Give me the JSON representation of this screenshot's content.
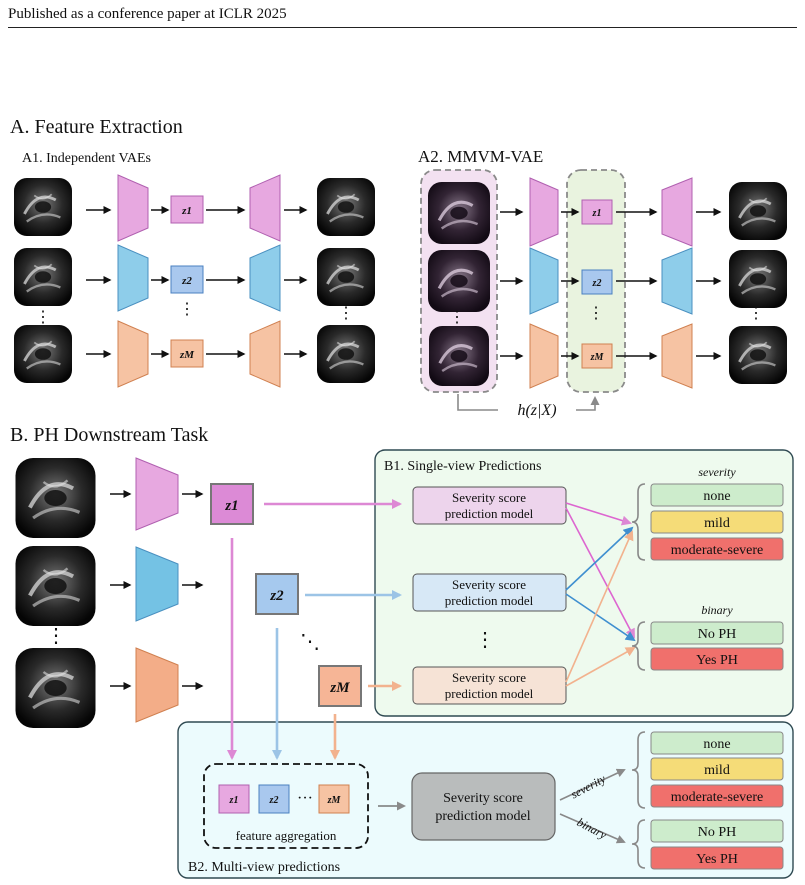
{
  "header": {
    "text": "Published as a conference paper at ICLR 2025"
  },
  "section_a": {
    "title": "A. Feature Extraction",
    "a1_title": "A1. Independent VAEs",
    "a2_title": "A2. MMVM-VAE",
    "latents": [
      "z1",
      "z2",
      "zM"
    ],
    "aggregation_label": "h(z|X)",
    "ellipsis": "⋮"
  },
  "section_b": {
    "title": "B. PH Downstream Task",
    "b1_title": "B1. Single-view Predictions",
    "b2_title": "B2. Multi-view predictions",
    "latents": [
      "z1",
      "z2",
      "zM"
    ],
    "model_label_line1": "Severity score",
    "model_label_line2": "prediction model",
    "severity_heading": "severity",
    "binary_heading": "binary",
    "severity_options": [
      "none",
      "mild",
      "moderate-severe"
    ],
    "binary_options": [
      "No PH",
      "Yes PH"
    ],
    "aggregation_caption": "feature aggregation",
    "agg_ellipsis": "···",
    "diag_ellipsis": "⋱",
    "vert_ellipsis": "⋮"
  },
  "colors": {
    "pink": "#e7a8e0",
    "pink_dark": "#b060b0",
    "blue": "#8ecdea",
    "blue_dark": "#4a90c0",
    "peach": "#f6c3a3",
    "peach_dark": "#d08050",
    "green_bg": "#eefaee",
    "cyan_bg": "#ecfbfd",
    "opt_green": "#cdeccc",
    "opt_yellow": "#f5dc78",
    "opt_red": "#f0706c",
    "gray_box": "#b9bcbc"
  }
}
